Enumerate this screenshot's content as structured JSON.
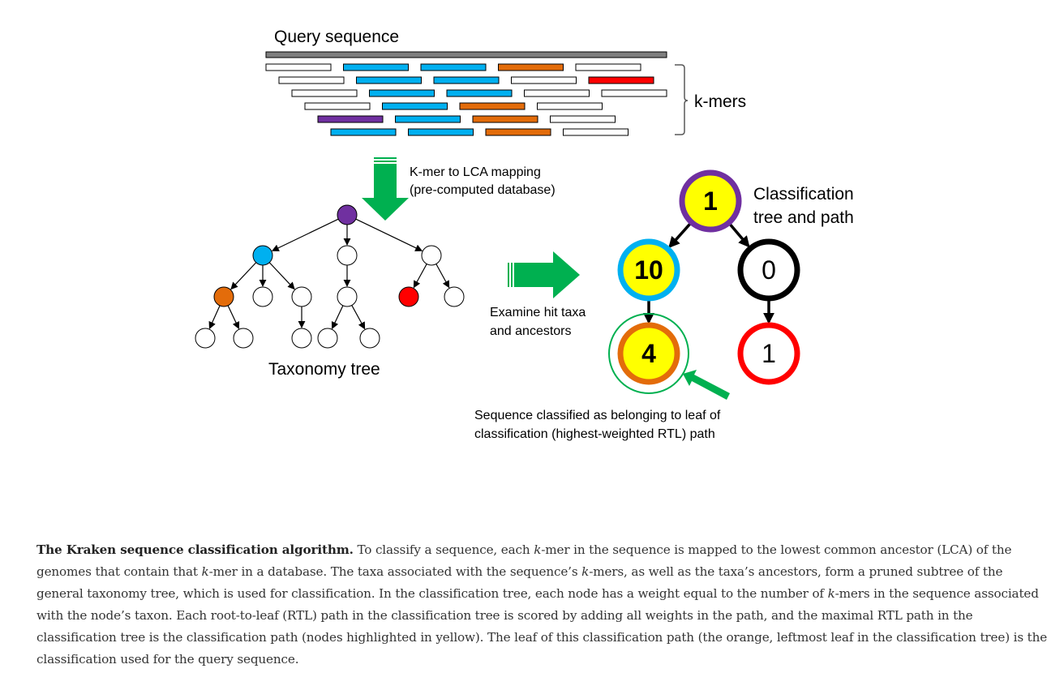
{
  "colors": {
    "query": "#7f7f7f",
    "white": "#ffffff",
    "blue": "#00b0f0",
    "orange": "#e36c0a",
    "red": "#ff0000",
    "purple": "#7030a0",
    "yellow": "#ffff00",
    "green": "#00b050",
    "black": "#000000"
  },
  "labels": {
    "query_sequence": "Query sequence",
    "kmers": "k-mers",
    "mapping_line1": "K-mer to LCA mapping",
    "mapping_line2": "(pre-computed database)",
    "taxonomy_tree": "Taxonomy tree",
    "examine_line1": "Examine hit taxa",
    "examine_line2": "and ancestors",
    "classification_line1": "Classification",
    "classification_line2": "tree and path",
    "result_line1": "Sequence classified as belonging to leaf of",
    "result_line2": "classification (highest-weighted RTL) path"
  },
  "kmer_rows": [
    [
      "white",
      "blue",
      "blue",
      "orange",
      "white"
    ],
    [
      "white",
      "blue",
      "blue",
      "white",
      "red"
    ],
    [
      "white",
      "blue",
      "blue",
      "white",
      "white"
    ],
    [
      "white",
      "blue",
      "orange",
      "white"
    ],
    [
      "purple",
      "blue",
      "orange",
      "white"
    ],
    [
      "blue",
      "blue",
      "orange",
      "white"
    ]
  ],
  "taxonomy_tree": {
    "nodes": [
      {
        "id": "root",
        "color": "purple",
        "parent": null
      },
      {
        "id": "a",
        "color": "blue",
        "parent": "root"
      },
      {
        "id": "b",
        "color": "white",
        "parent": "root"
      },
      {
        "id": "c",
        "color": "white",
        "parent": "root"
      },
      {
        "id": "a1",
        "color": "orange",
        "parent": "a"
      },
      {
        "id": "a2",
        "color": "white",
        "parent": "a"
      },
      {
        "id": "a3",
        "color": "white",
        "parent": "a"
      },
      {
        "id": "b1",
        "color": "white",
        "parent": "b"
      },
      {
        "id": "c1",
        "color": "red",
        "parent": "c"
      },
      {
        "id": "c2",
        "color": "white",
        "parent": "c"
      },
      {
        "id": "a1a",
        "color": "white",
        "parent": "a1"
      },
      {
        "id": "a1b",
        "color": "white",
        "parent": "a1"
      },
      {
        "id": "a3a",
        "color": "white",
        "parent": "a3"
      },
      {
        "id": "b1a",
        "color": "white",
        "parent": "b1"
      },
      {
        "id": "b1b",
        "color": "white",
        "parent": "b1"
      }
    ]
  },
  "classification_tree": {
    "nodes": [
      {
        "id": "root",
        "weight": "1",
        "ring": "purple",
        "highlighted": true,
        "parent": null
      },
      {
        "id": "blue",
        "weight": "10",
        "ring": "blue",
        "highlighted": true,
        "parent": "root"
      },
      {
        "id": "black",
        "weight": "0",
        "ring": "black",
        "highlighted": false,
        "parent": "root"
      },
      {
        "id": "orange",
        "weight": "4",
        "ring": "orange",
        "highlighted": true,
        "parent": "blue",
        "selected": true
      },
      {
        "id": "red",
        "weight": "1",
        "ring": "red",
        "highlighted": false,
        "parent": "black"
      }
    ]
  },
  "caption": {
    "title": "The Kraken sequence classification algorithm.",
    "segments": [
      {
        "t": " To classify a sequence, each "
      },
      {
        "t": "k",
        "i": true
      },
      {
        "t": "-mer in the sequence is mapped to the lowest common ancestor (LCA) of the genomes that contain that "
      },
      {
        "t": "k",
        "i": true
      },
      {
        "t": "-mer in a database. The taxa associated with the sequence’s "
      },
      {
        "t": "k",
        "i": true
      },
      {
        "t": "-mers, as well as the taxa’s ancestors, form a pruned subtree of the general taxonomy tree, which is used for classification. In the classification tree, each node has a weight equal to the number of "
      },
      {
        "t": "k",
        "i": true
      },
      {
        "t": "-mers in the sequence associated with the node’s taxon. Each root-to-leaf (RTL) path in the classification tree is scored by adding all weights in the path, and the maximal RTL path in the classification tree is the classification path (nodes highlighted in yellow). The leaf of this classification path (the orange, leftmost leaf in the classification tree) is the classification used for the query sequence."
      }
    ]
  }
}
